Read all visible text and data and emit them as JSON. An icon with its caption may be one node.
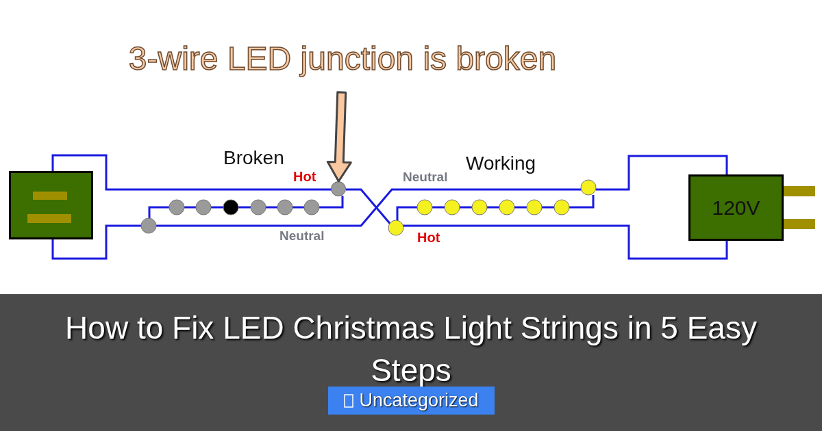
{
  "diagram": {
    "title": "How to Fix LED Christmas Light Strings in 5 Easy Steps",
    "nodes": [
      {
        "text": [
          "3-wire LED junction is broken"
        ]
      },
      {
        "text": [],
        "shape": "box"
      },
      {
        "text": [],
        "shape": "circle"
      },
      {
        "text": [
          "120V"
        ]
      }
    ],
    "edges": [
      {
        "from": 0,
        "to": 2,
        "arrow": "to",
        "style": "thick",
        "color": "#fac8a0"
      }
    ],
    "labels": [
      "Broken",
      "Hot",
      "Neutral",
      "Working",
      "Neutral",
      "Hot",
      "Uncategorized"
    ]
  }
}
